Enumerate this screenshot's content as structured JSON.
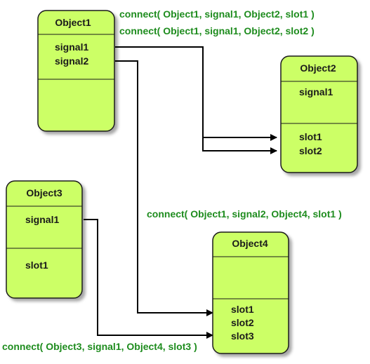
{
  "colors": {
    "box_fill": "#ccff66",
    "box_border": "#1a1a1a",
    "line": "#000000",
    "label_text": "#1e8c1e"
  },
  "objects": {
    "object1": {
      "title": "Object1",
      "signals": [
        "signal1",
        "signal2"
      ],
      "slots": []
    },
    "object2": {
      "title": "Object2",
      "signals": [
        "signal1"
      ],
      "slots": [
        "slot1",
        "slot2"
      ]
    },
    "object3": {
      "title": "Object3",
      "signals": [
        "signal1"
      ],
      "slots": [
        "slot1"
      ]
    },
    "object4": {
      "title": "Object4",
      "signals": [],
      "slots": [
        "slot1",
        "slot2",
        "slot3"
      ]
    }
  },
  "connections": [
    {
      "label": "connect( Object1, signal1, Object2, slot1 )"
    },
    {
      "label": "connect( Object1, signal1, Object2, slot2 )"
    },
    {
      "label": "connect( Object1, signal2, Object4, slot1 )"
    },
    {
      "label": "connect( Object3, signal1, Object4, slot3 )"
    }
  ]
}
